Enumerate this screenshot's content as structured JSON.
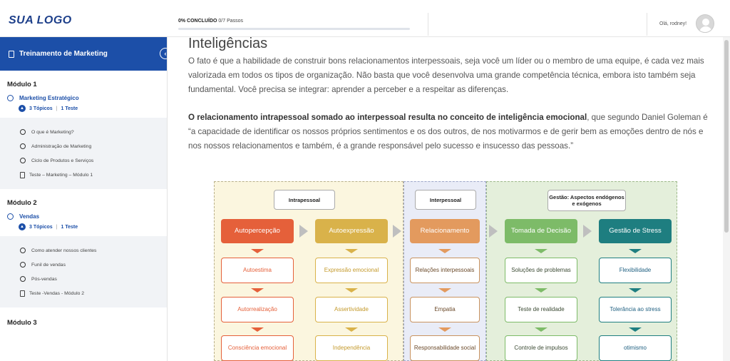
{
  "header": {
    "logo": "SUA LOGO",
    "progress_strong": "0% CONCLUÍDO",
    "progress_rest": " 0/7 Passos",
    "progress_value": 0,
    "greeting": "Olá, rodney!"
  },
  "sidebar": {
    "course_title": "Treinamento de Marketing",
    "modules": [
      {
        "title": "Módulo 1",
        "lesson": "Marketing Estratégico",
        "topics": "3 Tópicos",
        "tests": "1 Teste",
        "items": [
          "O que é Marketing?",
          "Administração de Marketing",
          "Ciclo de Produtos e Serviços"
        ],
        "test_item": "Teste – Marketing – Módulo 1"
      },
      {
        "title": "Módulo 2",
        "lesson": "Vendas",
        "topics": "3 Tópicos",
        "tests": "1 Teste",
        "items": [
          "Como atender nossos clientes",
          "Funil de vendas",
          "Pós-vendas"
        ],
        "test_item": "Teste -Vendas - Módulo 2"
      },
      {
        "title": "Módulo 3"
      }
    ]
  },
  "content": {
    "heading": "Inteligências",
    "para1": "O fato é que a habilidade de construir bons relacionamentos interpessoais, seja você um líder ou o membro de uma equipe, é cada vez mais valorizada em todos os tipos de organização. Não basta que você desenvolva uma grande competência técnica, embora isto também seja fundamental. Você precisa se integrar: aprender a perceber e a respeitar as diferenças.",
    "para2_bold": "O relacionamento intrapessoal somado ao interpessoal resulta no conceito de inteligência emocional",
    "para2_rest": ", que segundo Daniel Goleman é “a capacidade de identificar os nossos próprios sentimentos e os dos outros, de nos motivarmos e de gerir bem as emoções dentro de nós e nos nossos relacionamentos e também, é a grande responsável pelo sucesso e insucesso das pessoas.”"
  },
  "diagram": {
    "groups": [
      "Intrapessoal",
      "Interpessoal",
      "Gestão: Aspectos endógenos e exógenos"
    ],
    "columns": [
      {
        "header": "Autopercepção",
        "color": "#e5603a",
        "items": [
          "Autoestima",
          "Autorrealização",
          "Consciência emocional"
        ]
      },
      {
        "header": "Autoexpressão",
        "color": "#d9b24a",
        "items": [
          "Expressão emocional",
          "Assertividade",
          "Independência"
        ]
      },
      {
        "header": "Relacionamento",
        "color": "#e39a5e",
        "items": [
          "Relações interpessoais",
          "Empatia",
          "Responsabilidade social"
        ]
      },
      {
        "header": "Tomada de Decisão",
        "color": "#7dbb68",
        "items": [
          "Soluções de problemas",
          "Teste de realidade",
          "Controle de impulsos"
        ]
      },
      {
        "header": "Gestão de Stress",
        "color": "#1e7e80",
        "items": [
          "Flexibilidade",
          "Tolerância ao stress",
          "otimismo"
        ]
      }
    ]
  }
}
